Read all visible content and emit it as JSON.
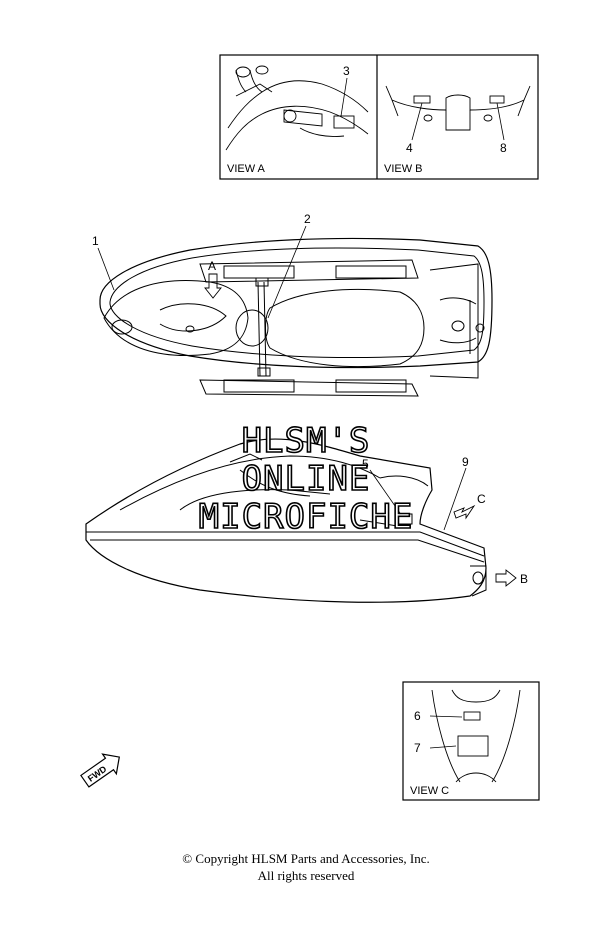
{
  "views": {
    "view_a": "VIEW A",
    "view_b": "VIEW B",
    "view_c": "VIEW C"
  },
  "callouts": {
    "c1": "1",
    "c2": "2",
    "c3": "3",
    "c4": "4",
    "c5": "5",
    "c6": "6",
    "c7": "7",
    "c8": "8",
    "c9": "9"
  },
  "view_arrows": {
    "a": "A",
    "b": "B",
    "c": "C"
  },
  "fwd_label": "FWD",
  "watermark": {
    "line1": "HLSM'S",
    "line2": "ONLINE",
    "line3": "MICROFICHE"
  },
  "copyright": {
    "line1": "© Copyright HLSM Parts and Accessories, Inc.",
    "line2": "All rights reserved"
  }
}
